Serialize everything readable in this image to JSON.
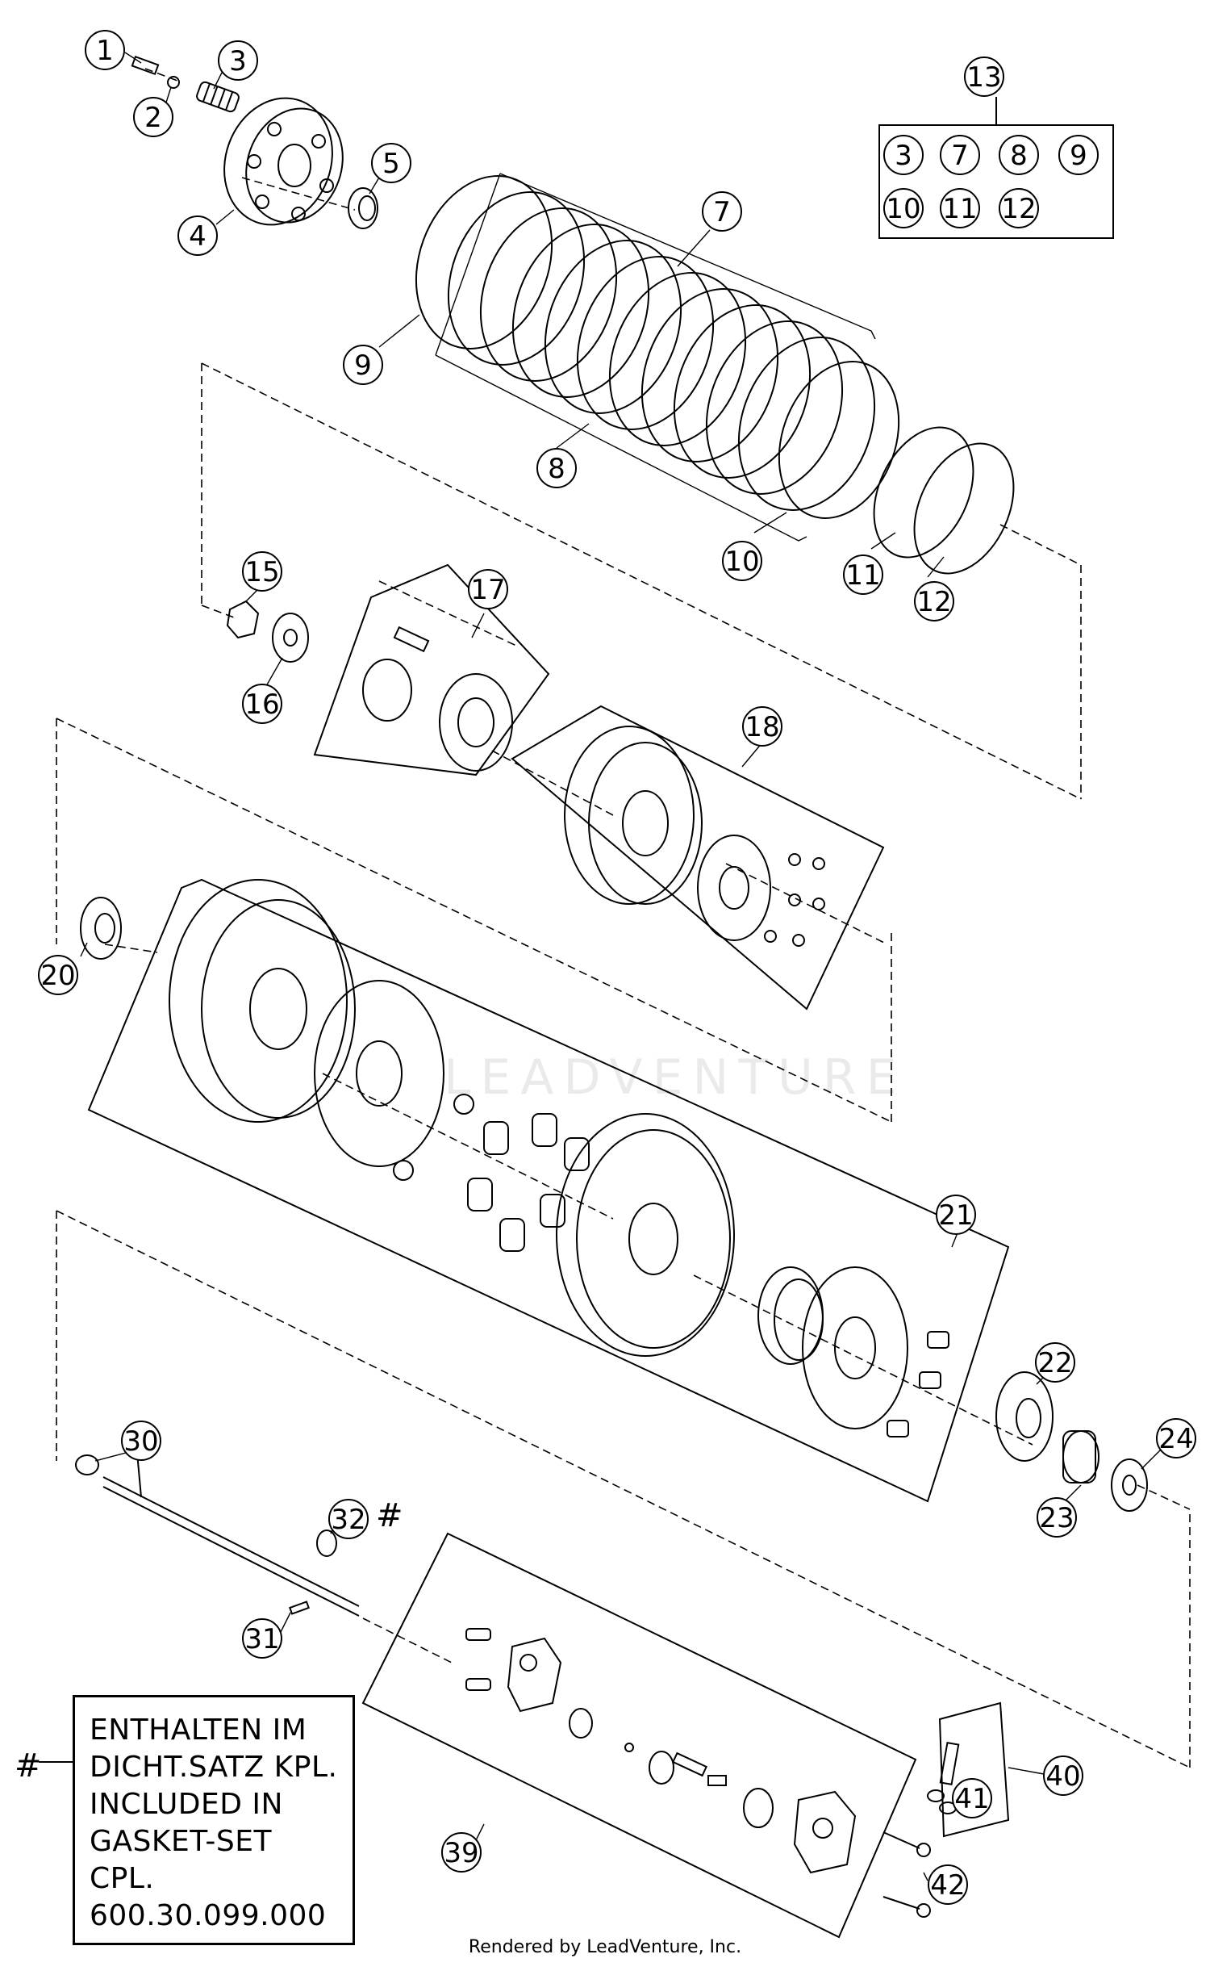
{
  "callouts": [
    "1",
    "2",
    "3",
    "4",
    "5",
    "7",
    "8",
    "9",
    "10",
    "11",
    "12",
    "13",
    "15",
    "16",
    "17",
    "18",
    "20",
    "21",
    "22",
    "23",
    "24",
    "30",
    "31",
    "32",
    "39",
    "40",
    "41",
    "42"
  ],
  "kit_13_contents": [
    "3",
    "7",
    "8",
    "9",
    "10",
    "11",
    "12"
  ],
  "gasket_note": {
    "line1": "ENTHALTEN IM",
    "line2": "DICHT.SATZ KPL.",
    "line3": "INCLUDED IN",
    "line4": "GASKET-SET CPL.",
    "line5": "600.30.099.000"
  },
  "hash_mark": "#",
  "watermark": "LEADVENTURE",
  "footer": "Rendered by LeadVenture, Inc.",
  "colors": {
    "line": "#000000",
    "background": "#ffffff"
  }
}
